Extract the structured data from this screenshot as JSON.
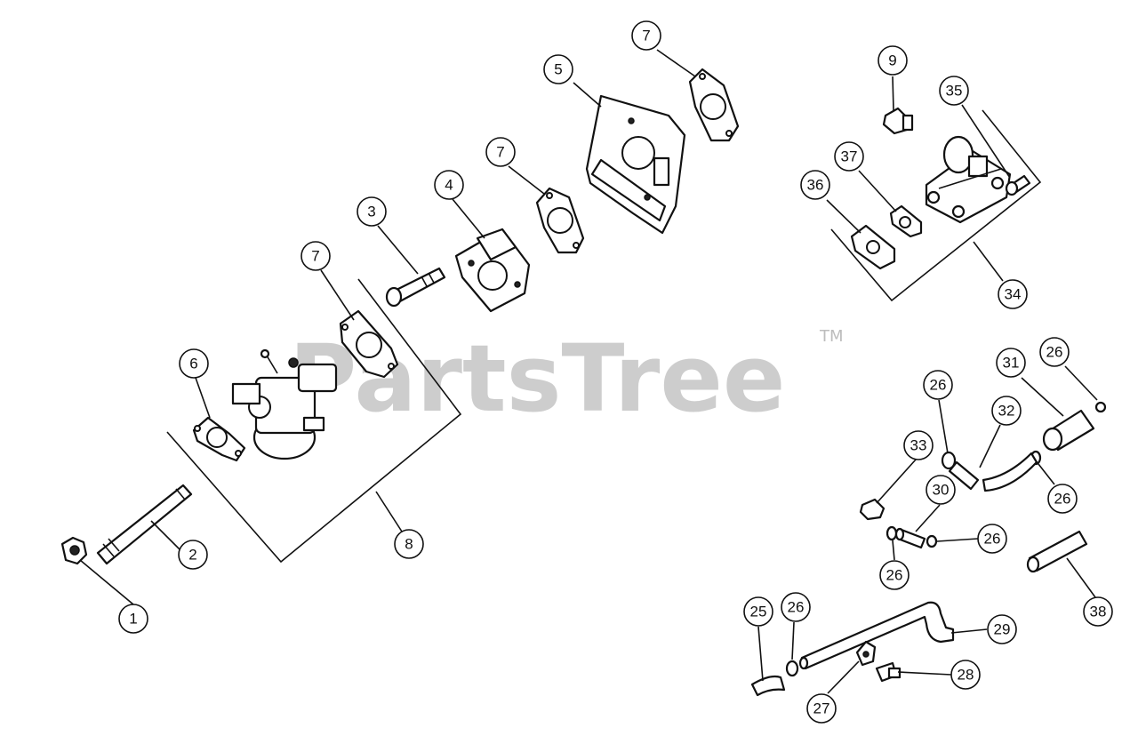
{
  "watermark": {
    "text": "PartsTree",
    "trademark": "TM"
  },
  "callouts": [
    {
      "id": "c1",
      "label": "1"
    },
    {
      "id": "c2",
      "label": "2"
    },
    {
      "id": "c8",
      "label": "8"
    },
    {
      "id": "c6",
      "label": "6"
    },
    {
      "id": "c7a",
      "label": "7"
    },
    {
      "id": "c3",
      "label": "3"
    },
    {
      "id": "c4",
      "label": "4"
    },
    {
      "id": "c7b",
      "label": "7"
    },
    {
      "id": "c5",
      "label": "5"
    },
    {
      "id": "c7c",
      "label": "7"
    },
    {
      "id": "c9",
      "label": "9"
    },
    {
      "id": "c35",
      "label": "35"
    },
    {
      "id": "c37",
      "label": "37"
    },
    {
      "id": "c36",
      "label": "36"
    },
    {
      "id": "c34",
      "label": "34"
    },
    {
      "id": "c31",
      "label": "31"
    },
    {
      "id": "c26a",
      "label": "26"
    },
    {
      "id": "c26b",
      "label": "26"
    },
    {
      "id": "c32",
      "label": "32"
    },
    {
      "id": "c26c",
      "label": "26"
    },
    {
      "id": "c33",
      "label": "33"
    },
    {
      "id": "c30",
      "label": "30"
    },
    {
      "id": "c26d",
      "label": "26"
    },
    {
      "id": "c26e",
      "label": "26"
    },
    {
      "id": "c38",
      "label": "38"
    },
    {
      "id": "c25",
      "label": "25"
    },
    {
      "id": "c26f",
      "label": "26"
    },
    {
      "id": "c29",
      "label": "29"
    },
    {
      "id": "c28",
      "label": "28"
    },
    {
      "id": "c27",
      "label": "27"
    }
  ]
}
